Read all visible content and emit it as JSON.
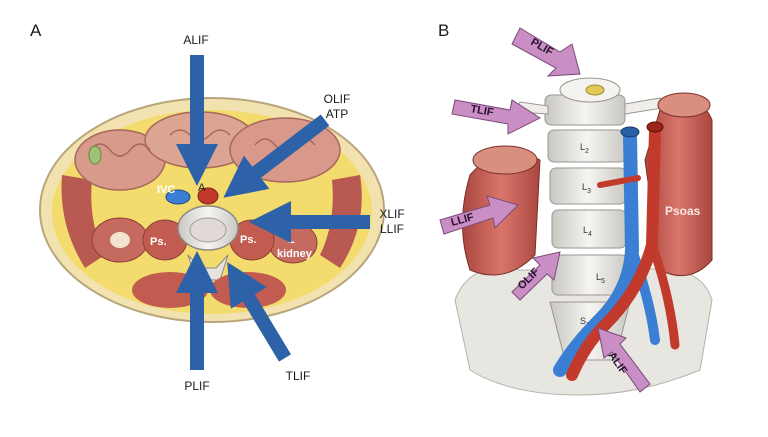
{
  "panels": {
    "a": {
      "letter": "A"
    },
    "b": {
      "letter": "B"
    }
  },
  "panel_a_labels": {
    "alif": "ALIF",
    "olif": "OLIF",
    "atp": "ATP",
    "xlif": "XLIF",
    "llif": "LLIF",
    "plif": "PLIF",
    "tlif": "TLIF",
    "ivc": "IVC",
    "aorta": "A",
    "psoas_left": "Ps.",
    "psoas_right": "Ps.",
    "kidney_l": "L",
    "kidney": "kidney"
  },
  "panel_b_labels": {
    "plif": "PLIF",
    "tlif": "TLIF",
    "llif": "LLIF",
    "olif": "OLIF",
    "alif": "ALIF",
    "psoas": "Psoas",
    "l2": "L",
    "l2_sub": "2",
    "l3": "L",
    "l3_sub": "3",
    "l4": "L",
    "l4_sub": "4",
    "l5": "L",
    "l5_sub": "5",
    "s1": "S",
    "s1_sub": "1"
  },
  "colors": {
    "arrow_blue": "#2d62a9",
    "arrow_purple": "#c98fc4",
    "muscle": "#c8625a",
    "fat": "#f3dc6d",
    "bone": "#efeeec",
    "ivc": "#3b7fd4",
    "aorta": "#c23a2b"
  }
}
